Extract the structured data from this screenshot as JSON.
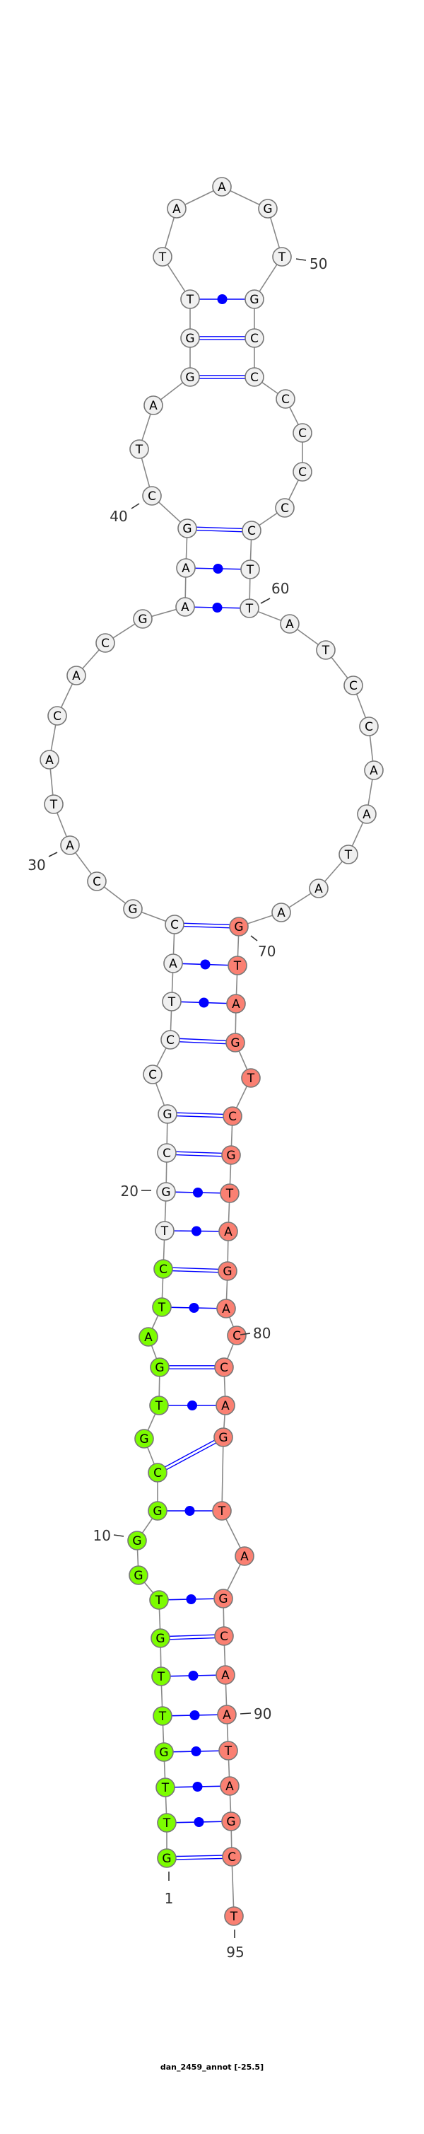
{
  "title": "dan_2459_annot [-25.5]",
  "nucleotides": [
    "G",
    "T",
    "T",
    "G",
    "T",
    "T",
    "G",
    "T",
    "G",
    "G",
    "G",
    "C",
    "G",
    "T",
    "G",
    "A",
    "T",
    "C",
    "T",
    "G",
    "C",
    "G",
    "C",
    "C",
    "T",
    "A",
    "C",
    "G",
    "C",
    "A",
    "T",
    "A",
    "C",
    "A",
    "C",
    "G",
    "A",
    "A",
    "G",
    "C",
    "T",
    "A",
    "G",
    "G",
    "T",
    "T",
    "A",
    "A",
    "G",
    "T",
    "G",
    "C",
    "C",
    "C",
    "C",
    "C",
    "C",
    "C",
    "T",
    "T",
    "A",
    "T",
    "C",
    "C",
    "A",
    "A",
    "T",
    "A",
    "A",
    "G",
    "T",
    "A",
    "G",
    "T",
    "C",
    "G",
    "T",
    "A",
    "G",
    "A",
    "C",
    "C",
    "A",
    "G",
    "T",
    "A",
    "G",
    "C",
    "A",
    "A",
    "T",
    "A",
    "G",
    "C",
    "T"
  ],
  "pairs": [
    [
      1,
      94
    ],
    [
      2,
      93
    ],
    [
      3,
      92
    ],
    [
      4,
      91
    ],
    [
      5,
      90
    ],
    [
      6,
      89
    ],
    [
      7,
      88
    ],
    [
      8,
      87
    ],
    [
      11,
      85
    ],
    [
      12,
      84
    ],
    [
      14,
      83
    ],
    [
      15,
      82
    ],
    [
      17,
      80
    ],
    [
      18,
      79
    ],
    [
      19,
      78
    ],
    [
      20,
      77
    ],
    [
      21,
      76
    ],
    [
      22,
      75
    ],
    [
      24,
      73
    ],
    [
      25,
      72
    ],
    [
      26,
      71
    ],
    [
      27,
      70
    ],
    [
      37,
      60
    ],
    [
      38,
      59
    ],
    [
      39,
      58
    ],
    [
      43,
      53
    ],
    [
      44,
      52
    ],
    [
      45,
      51
    ]
  ],
  "numbering": [
    "1",
    "10",
    "20",
    "30",
    "40",
    "50",
    "60",
    "70",
    "80",
    "90",
    "95"
  ],
  "highlight_regions": [
    {
      "start": 1,
      "end": 18,
      "color": "#7cfc00"
    },
    {
      "start": 70,
      "end": 95,
      "color": "#fa8072"
    }
  ],
  "colors": {
    "default_fill": "#f0f0f0",
    "node_stroke": "#777777",
    "backbone": "#888888",
    "pair_line": "#0000ff",
    "label": "#333333"
  }
}
